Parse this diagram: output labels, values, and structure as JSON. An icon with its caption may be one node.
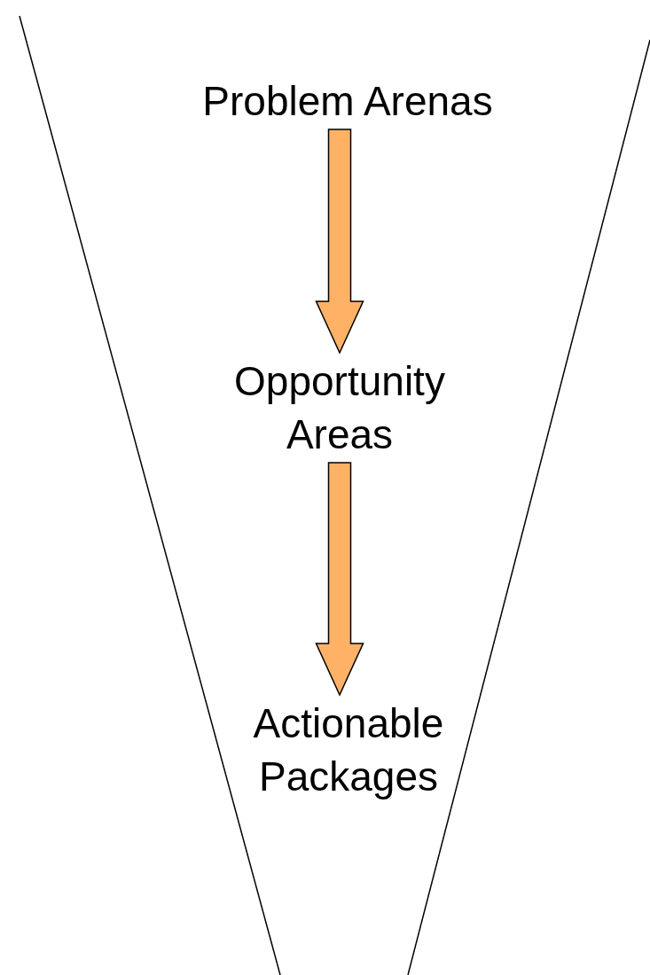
{
  "diagram": {
    "nodes": [
      {
        "text": [
          "Problem Arenas"
        ]
      },
      {
        "text": [
          "Opportunity Areas"
        ]
      },
      {
        "text": [
          "Actionable Packages"
        ]
      }
    ],
    "edges": [
      {
        "from": 0,
        "to": 1,
        "arrow": "to",
        "style": "thick"
      },
      {
        "from": 1,
        "to": 2,
        "arrow": "to",
        "style": "thick"
      }
    ]
  }
}
